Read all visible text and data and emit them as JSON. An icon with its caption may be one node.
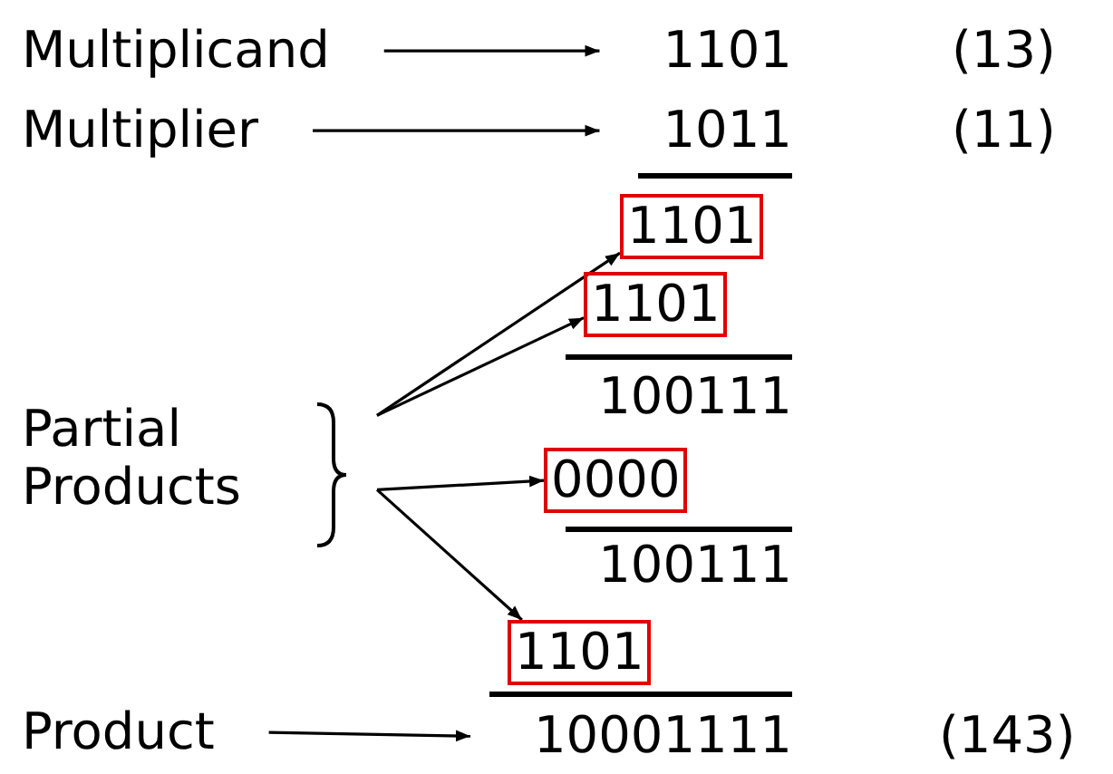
{
  "diagram": {
    "nodes": [
      {
        "text": [
          "Multiplicand"
        ]
      },
      {
        "text": [
          "1101"
        ]
      },
      {
        "text": [
          "Multiplier"
        ]
      },
      {
        "text": [
          "1011"
        ]
      },
      {
        "text": [
          "1101"
        ]
      },
      {
        "text": [
          "1101"
        ]
      },
      {
        "text": [
          "Partial Products"
        ]
      },
      {
        "text": [
          "0000"
        ]
      },
      {
        "text": [
          "1101"
        ]
      },
      {
        "text": [
          "Product"
        ]
      },
      {
        "text": [
          "10001111"
        ]
      }
    ],
    "edges": [
      {
        "from": 0,
        "to": 1,
        "arrow": "to"
      },
      {
        "from": 2,
        "to": 3,
        "arrow": "to"
      },
      {
        "from": 6,
        "to": 4,
        "arrow": "to"
      },
      {
        "from": 6,
        "to": 5,
        "arrow": "to"
      },
      {
        "from": 6,
        "to": 7,
        "arrow": "to"
      },
      {
        "from": 6,
        "to": 8,
        "arrow": "to"
      },
      {
        "from": 9,
        "to": 10,
        "arrow": "to"
      }
    ],
    "labels": [
      "(13)",
      "(11)",
      "100111",
      "100111",
      "(143)"
    ]
  }
}
